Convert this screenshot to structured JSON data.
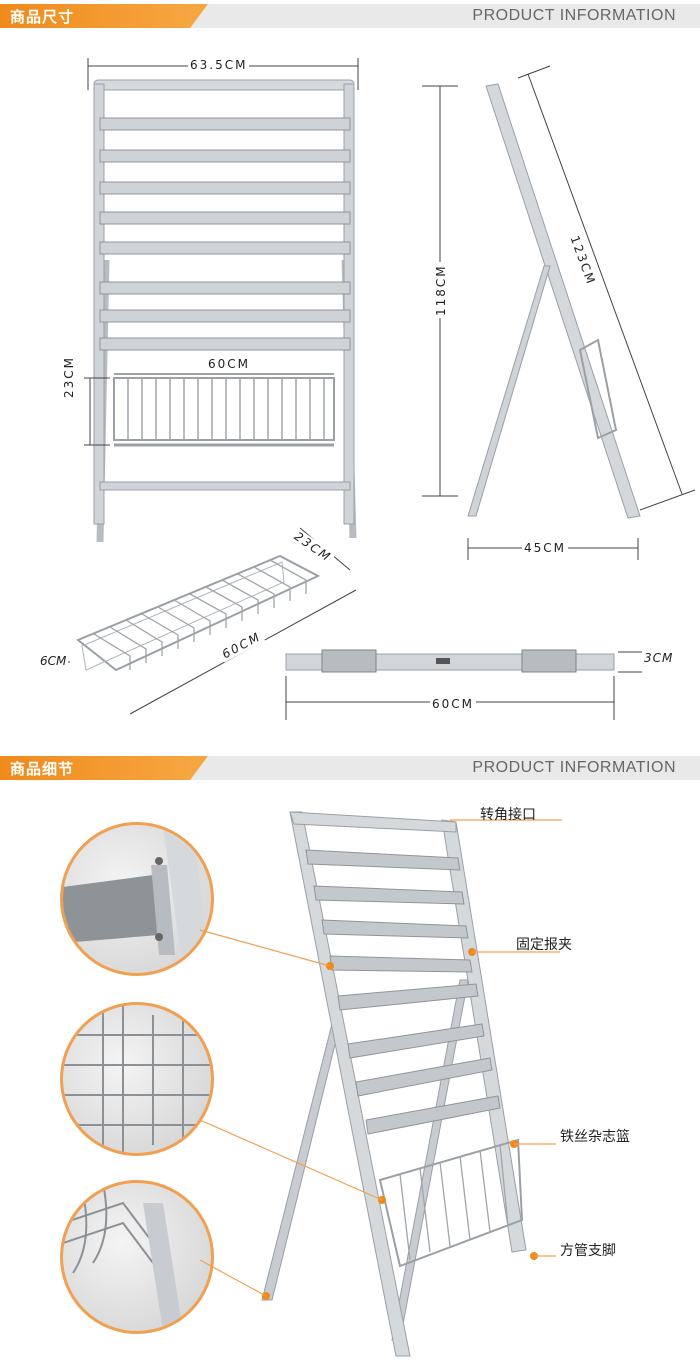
{
  "sections": {
    "size": {
      "title_cn": "商品尺寸",
      "title_en": "PRODUCT  INFORMATION"
    },
    "detail": {
      "title_cn": "商品细节",
      "title_en": "PRODUCT  INFORMATION"
    }
  },
  "dimensions": {
    "front_width": "63.5CM",
    "basket_width": "60CM",
    "basket_height": "23CM",
    "side_height": "118CM",
    "side_length": "123CM",
    "side_depth": "45CM",
    "basket_depth": "23CM",
    "basket_rim": "6CM",
    "basket_length": "60CM",
    "clip_bar_height": "3CM",
    "clip_bar_length": "60CM"
  },
  "callouts": {
    "corner_joint": "转角接口",
    "fixed_clip": "固定报夹",
    "wire_basket": "铁丝杂志篮",
    "tube_legs": "方管支脚"
  },
  "colors": {
    "accent": "#f08a1c",
    "metal": "#c8ccd0",
    "bar_bg": "#e9e9e9"
  }
}
